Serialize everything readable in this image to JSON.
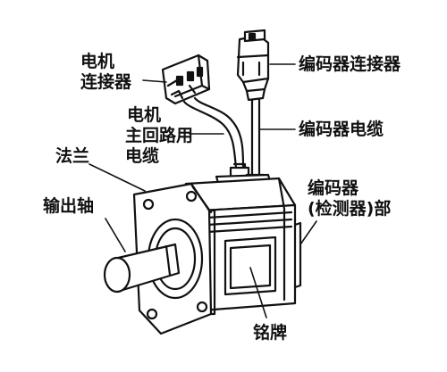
{
  "labels": {
    "motor_connector": [
      "电机",
      "连接器"
    ],
    "encoder_connector": "编码器连接器",
    "motor_cable": [
      "电机",
      "主回路用",
      "电缆"
    ],
    "encoder_cable": "编码器电缆",
    "flange": "法兰",
    "encoder_part": [
      "编码器",
      "(检测器)部"
    ],
    "output_shaft": "输出轴",
    "nameplate": "铭牌"
  },
  "colors": {
    "line": "#111111",
    "fill": "#ffffff",
    "shade": "#d9d9d9"
  }
}
